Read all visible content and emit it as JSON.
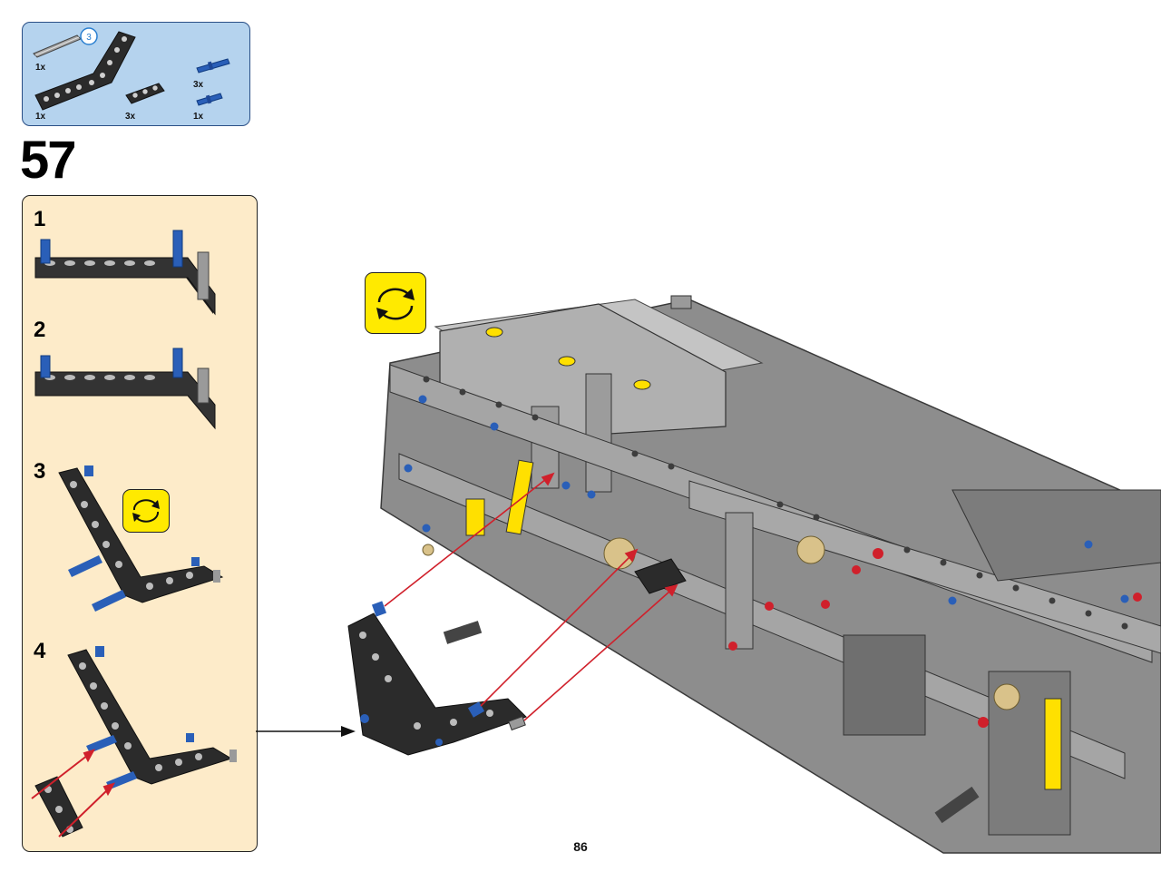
{
  "parts_list": {
    "length_callout": "3",
    "items": [
      {
        "qty": "1x",
        "icon": "axle-3-icon"
      },
      {
        "qty": "1x",
        "icon": "beam-bent-icon"
      },
      {
        "qty": "3x",
        "icon": "beam-3-icon"
      },
      {
        "qty": "3x",
        "icon": "pin-long-blue-icon"
      },
      {
        "qty": "1x",
        "icon": "pin-blue-icon"
      }
    ]
  },
  "step": {
    "number": "57"
  },
  "substeps": [
    {
      "label": "1"
    },
    {
      "label": "2"
    },
    {
      "label": "3"
    },
    {
      "label": "4"
    }
  ],
  "colors": {
    "parts_bg": "#b5d3ee",
    "substep_bg": "#fdebc9",
    "rotate_icon": "#ffea00",
    "arrow_red": "#d0202b",
    "pin_blue": "#2a5fb8",
    "beam_dark": "#2b2b2b",
    "beam_grey": "#9a9a9a"
  },
  "page": {
    "number": "86"
  }
}
